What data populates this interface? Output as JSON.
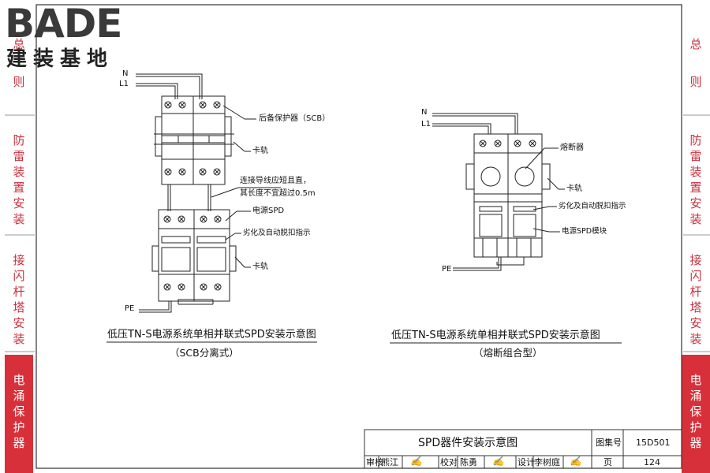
{
  "logo": {
    "word": "BADE",
    "subtitle": "建装基地"
  },
  "side_tabs_left": [
    {
      "id": "general",
      "chars": [
        "总",
        "则"
      ],
      "active": false
    },
    {
      "id": "lightning",
      "chars": [
        "防",
        "雷",
        "装",
        "置",
        "安",
        "装"
      ],
      "active": false
    },
    {
      "id": "rod",
      "chars": [
        "接",
        "闪",
        "杆",
        "塔",
        "安",
        "装"
      ],
      "active": false
    },
    {
      "id": "surge",
      "chars": [
        "电",
        "涌",
        "保",
        "护",
        "器"
      ],
      "active": true
    }
  ],
  "side_tabs_right": [
    {
      "id": "general",
      "chars": [
        "总",
        "则"
      ],
      "active": false
    },
    {
      "id": "lightning",
      "chars": [
        "防",
        "雷",
        "装",
        "置",
        "安",
        "装"
      ],
      "active": false
    },
    {
      "id": "rod",
      "chars": [
        "接",
        "闪",
        "杆",
        "塔",
        "安",
        "装"
      ],
      "active": false
    },
    {
      "id": "surge",
      "chars": [
        "电",
        "涌",
        "保",
        "护",
        "器"
      ],
      "active": true
    }
  ],
  "diagram_left": {
    "n": "N",
    "l1": "L1",
    "pe": "PE",
    "scb": "后备保护器（SCB）",
    "rail_top": "卡轨",
    "wire_note_1": "连接导线应短且直，",
    "wire_note_2": "其长度不宜超过0.5m",
    "spd": "电源SPD",
    "indicator": "劣化及自动脱扣指示",
    "rail_bottom": "卡轨",
    "caption_title": "低压TN-S电源系统单相并联式SPD安装示意图",
    "caption_sub": "（SCB分离式）"
  },
  "diagram_right": {
    "n": "N",
    "l1": "L1",
    "pe": "PE",
    "fuse": "熔断器",
    "rail": "卡轨",
    "indicator": "劣化及自动脱扣指示",
    "module": "电源SPD模块",
    "caption_title": "低压TN-S电源系统单相并联式SPD安装示意图",
    "caption_sub": "（熔断组合型）"
  },
  "title_block": {
    "title": "SPD器件安装示意图",
    "atlas_label": "图集号",
    "atlas_no": "15D501",
    "review_label": "审核",
    "reviewer": "熊江",
    "proof_label": "校对",
    "proofer": "陈勇",
    "design_label": "设计",
    "designer": "李树庭",
    "page_label": "页",
    "page_no": "124"
  }
}
